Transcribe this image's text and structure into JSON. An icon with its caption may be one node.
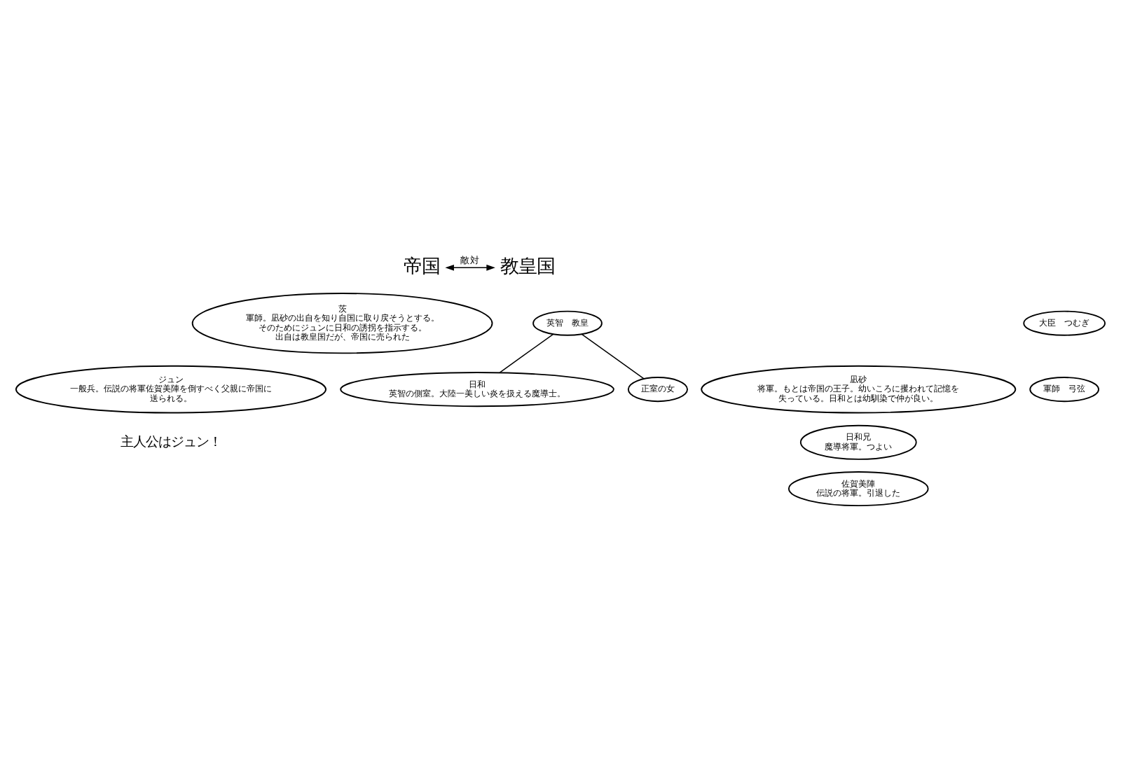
{
  "diagram": {
    "nodes": [
      {
        "text": [
          "帝国"
        ]
      },
      {
        "text": [
          "茨",
          "軍師。凪砂の出自を知り自国に取り戻そうとする。そのためにジュンに日和の誘拐を指示する。出自は教皇国だが、帝国に売られた"
        ]
      },
      {
        "text": [
          "ジュン",
          "一般兵。伝説の将軍佐賀美陣を倒すべく父親に帝国に送られる。"
        ]
      },
      {
        "text": [
          "教皇国"
        ]
      },
      {
        "text": [
          "英智　教皇"
        ]
      },
      {
        "text": [
          "大臣　つむぎ"
        ]
      },
      {
        "text": [
          "軍師　弓弦"
        ]
      },
      {
        "text": [
          "日和",
          "英智の側室。大陸一美しい炎を扱える魔導士。"
        ]
      },
      {
        "text": [
          "正室の女"
        ]
      },
      {
        "text": [
          "凪砂",
          "将軍。もとは帝国の王子。幼いころに攫われて記憶を失っている。日和とは幼馴染で仲が良い。"
        ]
      },
      {
        "text": [
          "日和兄",
          "魔導将軍。つよい"
        ]
      },
      {
        "text": [
          "佐賀美陣",
          "伝説の将軍。引退した"
        ]
      }
    ],
    "edges": [
      {
        "from": 0,
        "to": 3,
        "arrow": "both",
        "label": "敵対"
      },
      {
        "from": 4,
        "to": 7,
        "arrow": "none"
      },
      {
        "from": 4,
        "to": 8,
        "arrow": "none"
      }
    ],
    "labels": [
      "主人公はジュン！"
    ]
  }
}
